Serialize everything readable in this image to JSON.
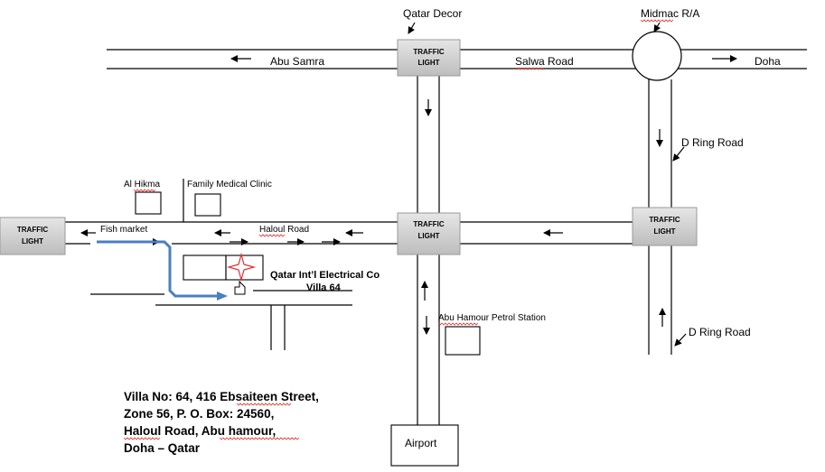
{
  "labels": {
    "qatar_decor": "Qatar Decor",
    "midmac": "Midmac R/A",
    "abu_samra": "Abu Samra",
    "salwa_road": "Salwa Road",
    "doha": "Doha",
    "d_ring_road_top": "D Ring Road",
    "d_ring_road_bottom": "D Ring Road",
    "al_hikma": "Al Hikma",
    "family_medical_clinic": "Family Medical Clinic",
    "fish_market": "Fish market",
    "haloul_road": "Haloul Road",
    "company": "Qatar Int’l Electrical Co",
    "villa": "Villa 64",
    "petrol_station": "Abu Hamour Petrol Station",
    "airport": "Airport"
  },
  "traffic_lights": {
    "line1": "TRAFFIC",
    "line2": "LIGHT"
  },
  "address": [
    "Villa No: 64, 416 Ebsaiteen Street,",
    "Zone 56, P. O. Box: 24560,",
    "Haloul Road, Abu hamour,",
    "Doha – Qatar"
  ],
  "colors": {
    "route": "#4a7fc1",
    "marker": "#e03030",
    "traffic_light_box": "#d9d9d9"
  }
}
